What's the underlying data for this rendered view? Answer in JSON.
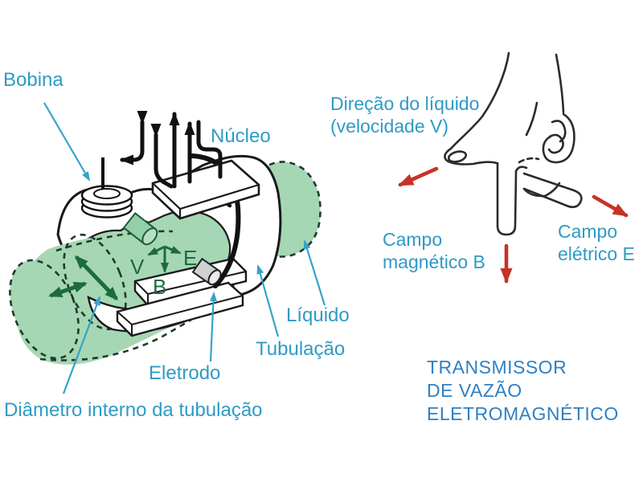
{
  "labels": {
    "bobina": "Bobina",
    "nucleo": "Núcleo",
    "liquido": "Líquido",
    "tubulacao": "Tubulação",
    "eletrodo": "Eletrodo",
    "diametro": "Diâmetro interno da tubulação"
  },
  "vectors": {
    "v": "V",
    "b": "B",
    "e": "E"
  },
  "hand_labels": {
    "direction_line1": "Direção do líquido",
    "direction_line2": "(velocidade V)",
    "campo_b_line1": "Campo",
    "campo_b_line2": "magnético B",
    "campo_e_line1": "Campo",
    "campo_e_line2": "elétrico E"
  },
  "title": {
    "line1": "TRANSMISSOR",
    "line2": "DE VAZÃO",
    "line3": "ELETROMAGNÉTICO"
  },
  "colors": {
    "label_cyan": "#2E9BC5",
    "title_blue": "#2F80C3",
    "arrow_red": "#C63327",
    "dark_green": "#1E6B3C",
    "liquid_green": "#A6D7B4",
    "outline_black": "#1A1A1A",
    "electrode_grey": "#CFD3CF"
  }
}
